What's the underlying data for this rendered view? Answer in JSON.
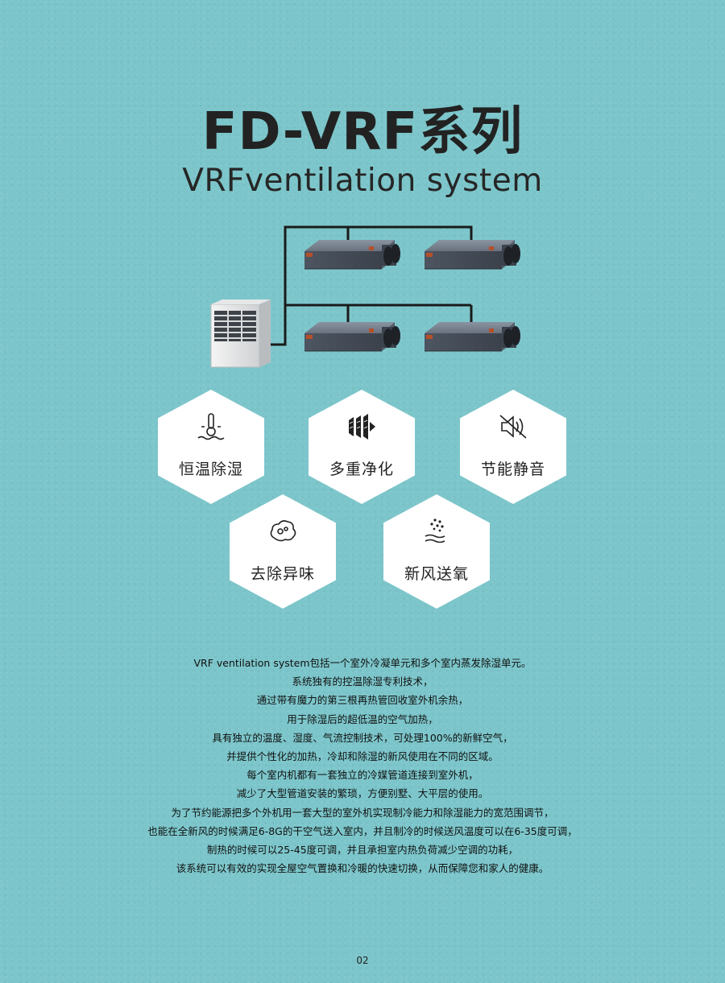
{
  "header": {
    "title": "FD-VRF系列",
    "subtitle": "VRFventilation system"
  },
  "features": [
    {
      "label": "恒温除湿",
      "icon": "thermometer-wave-icon"
    },
    {
      "label": "多重净化",
      "icon": "filter-layers-icon"
    },
    {
      "label": "节能静音",
      "icon": "mute-speaker-icon"
    },
    {
      "label": "去除异味",
      "icon": "odor-cloud-icon"
    },
    {
      "label": "新风送氧",
      "icon": "oxygen-breeze-icon"
    }
  ],
  "description": [
    "VRF ventilation system包括一个室外冷凝单元和多个室内蒸发除湿单元。",
    "系统独有的控温除湿专利技术，",
    "通过带有魔力的第三根再热管回收室外机余热，",
    "用于除湿后的超低温的空气加热，",
    "具有独立的温度、湿度、气流控制技术，可处理100%的新鲜空气，",
    "并提供个性化的加热，冷却和除湿的新风使用在不同的区域。",
    "每个室内机都有一套独立的冷媒管道连接到室外机，",
    "减少了大型管道安装的繁琐，方便别墅、大平层的使用。",
    "为了节约能源把多个外机用一套大型的室外机实现制冷能力和除湿能力的宽范围调节，",
    "也能在全新风的时候满足6-8G的干空气送入室内，并且制冷的时候送风温度可以在6-35度可调，",
    "制热的时候可以25-45度可调，并且承担室内热负荷减少空调的功耗，",
    "该系统可以有效的实现全屋空气置换和冷暖的快速切换，从而保障您和家人的健康。"
  ],
  "page_number": "02",
  "colors": {
    "background": "#7cc6cb",
    "hexagon": "#ffffff",
    "pipe": "#1a1a1a",
    "unit_body": "#5d6470",
    "unit_accent": "#b5502a"
  }
}
